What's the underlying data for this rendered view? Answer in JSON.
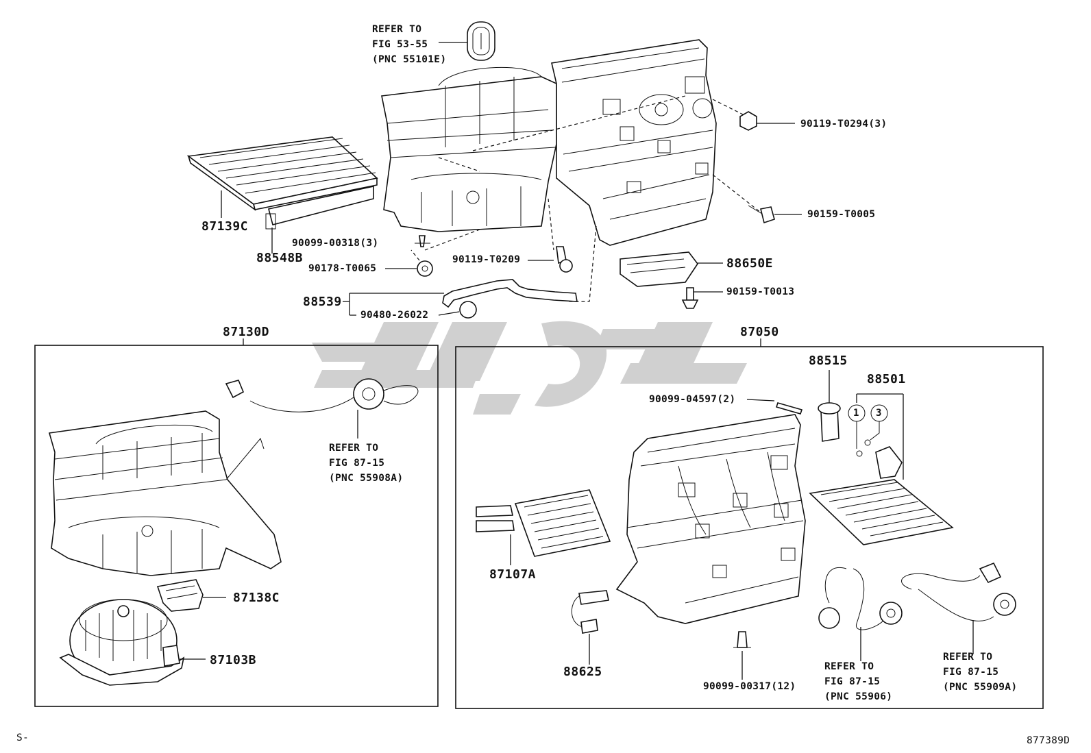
{
  "labels": {
    "refer_top": [
      "REFER TO",
      "FIG 53-55",
      "(PNC 55101E)"
    ],
    "p90119_T0294": "90119-T0294(3)",
    "p90159_T0005": "90159-T0005",
    "p87139C": "87139C",
    "p88548B": "88548B",
    "p90099_00318": "90099-00318(3)",
    "p90178_T0065": "90178-T0065",
    "p90119_T0209": "90119-T0209",
    "p88650E": "88650E",
    "p90159_T0013": "90159-T0013",
    "p88539": "88539",
    "p90480_26022": "90480-26022",
    "p87130D": "87130D",
    "p87050": "87050",
    "refer_left": [
      "REFER TO",
      "FIG 87-15",
      "(PNC 55908A)"
    ],
    "p87138C": "87138C",
    "p87103B": "87103B",
    "p88515": "88515",
    "p88501": "88501",
    "p90099_04597": "90099-04597(2)",
    "circle1": "1",
    "circle3": "3",
    "p87107A": "87107A",
    "p88625": "88625",
    "p90099_00317": "90099-00317(12)",
    "refer_mid": [
      "REFER TO",
      "FIG 87-15",
      "(PNC 55906)"
    ],
    "refer_right": [
      "REFER TO",
      "FIG 87-15",
      "(PNC 55909A)"
    ],
    "corner_left": "S-",
    "corner_right": "877389D"
  }
}
